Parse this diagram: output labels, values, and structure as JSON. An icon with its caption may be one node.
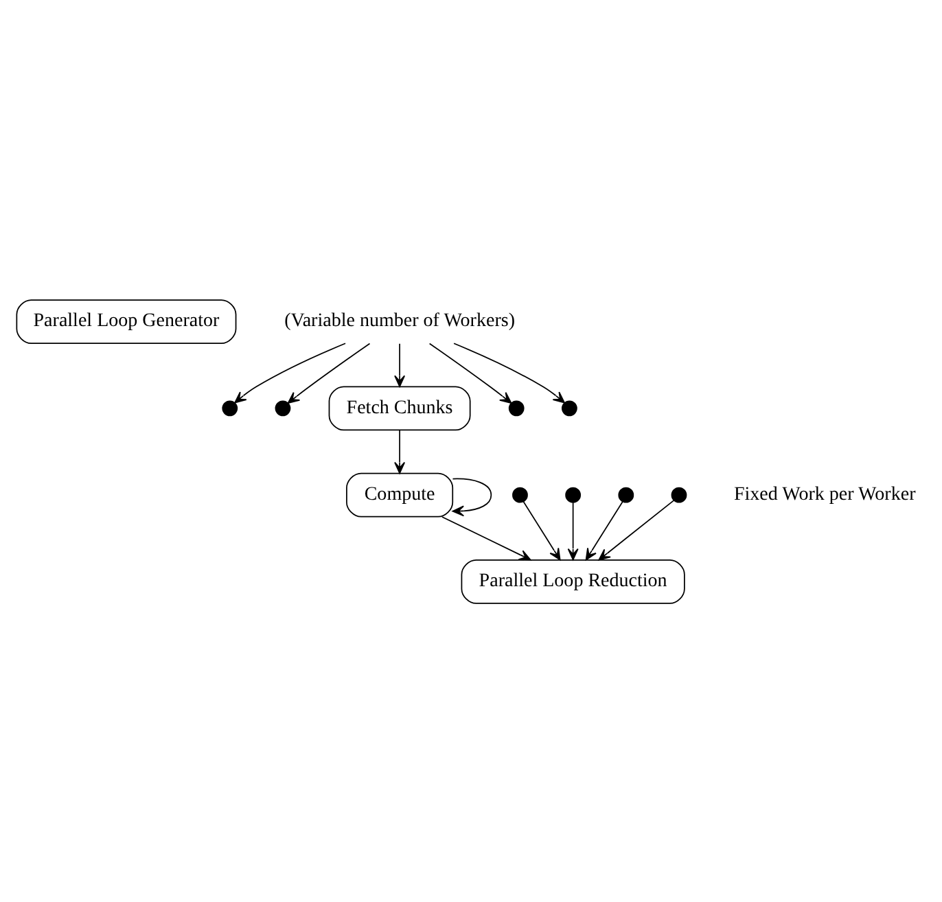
{
  "diagram": {
    "nodes": [
      {
        "text": [
          "Parallel Loop Generator"
        ]
      },
      {
        "text": [
          "(Variable number of Workers)"
        ]
      },
      {
        "text": [],
        "shape": "circle"
      },
      {
        "text": [],
        "shape": "circle"
      },
      {
        "text": [
          "Fetch Chunks"
        ]
      },
      {
        "text": [],
        "shape": "circle"
      },
      {
        "text": [],
        "shape": "circle"
      },
      {
        "text": [],
        "shape": "circle"
      },
      {
        "text": [],
        "shape": "circle"
      },
      {
        "text": [
          "Compute"
        ]
      },
      {
        "text": [],
        "shape": "circle"
      },
      {
        "text": [],
        "shape": "circle"
      },
      {
        "text": [
          "Parallel Loop Reduction"
        ]
      }
    ],
    "edges": [
      {
        "from": 1,
        "to": 2,
        "arrow": "to"
      },
      {
        "from": 1,
        "to": 3,
        "arrow": "to"
      },
      {
        "from": 1,
        "to": 4,
        "arrow": "to"
      },
      {
        "from": 1,
        "to": 5,
        "arrow": "to"
      },
      {
        "from": 1,
        "to": 6,
        "arrow": "to"
      },
      {
        "from": 4,
        "to": 9,
        "arrow": "to"
      },
      {
        "from": 9,
        "to": 9,
        "arrow": "to"
      },
      {
        "from": 7,
        "to": 12,
        "arrow": "to"
      },
      {
        "from": 8,
        "to": 12,
        "arrow": "to"
      },
      {
        "from": 9,
        "to": 12,
        "arrow": "to"
      },
      {
        "from": 10,
        "to": 12,
        "arrow": "to"
      },
      {
        "from": 11,
        "to": 12,
        "arrow": "to"
      }
    ],
    "labels": [
      "Fixed Work per Worker"
    ]
  }
}
